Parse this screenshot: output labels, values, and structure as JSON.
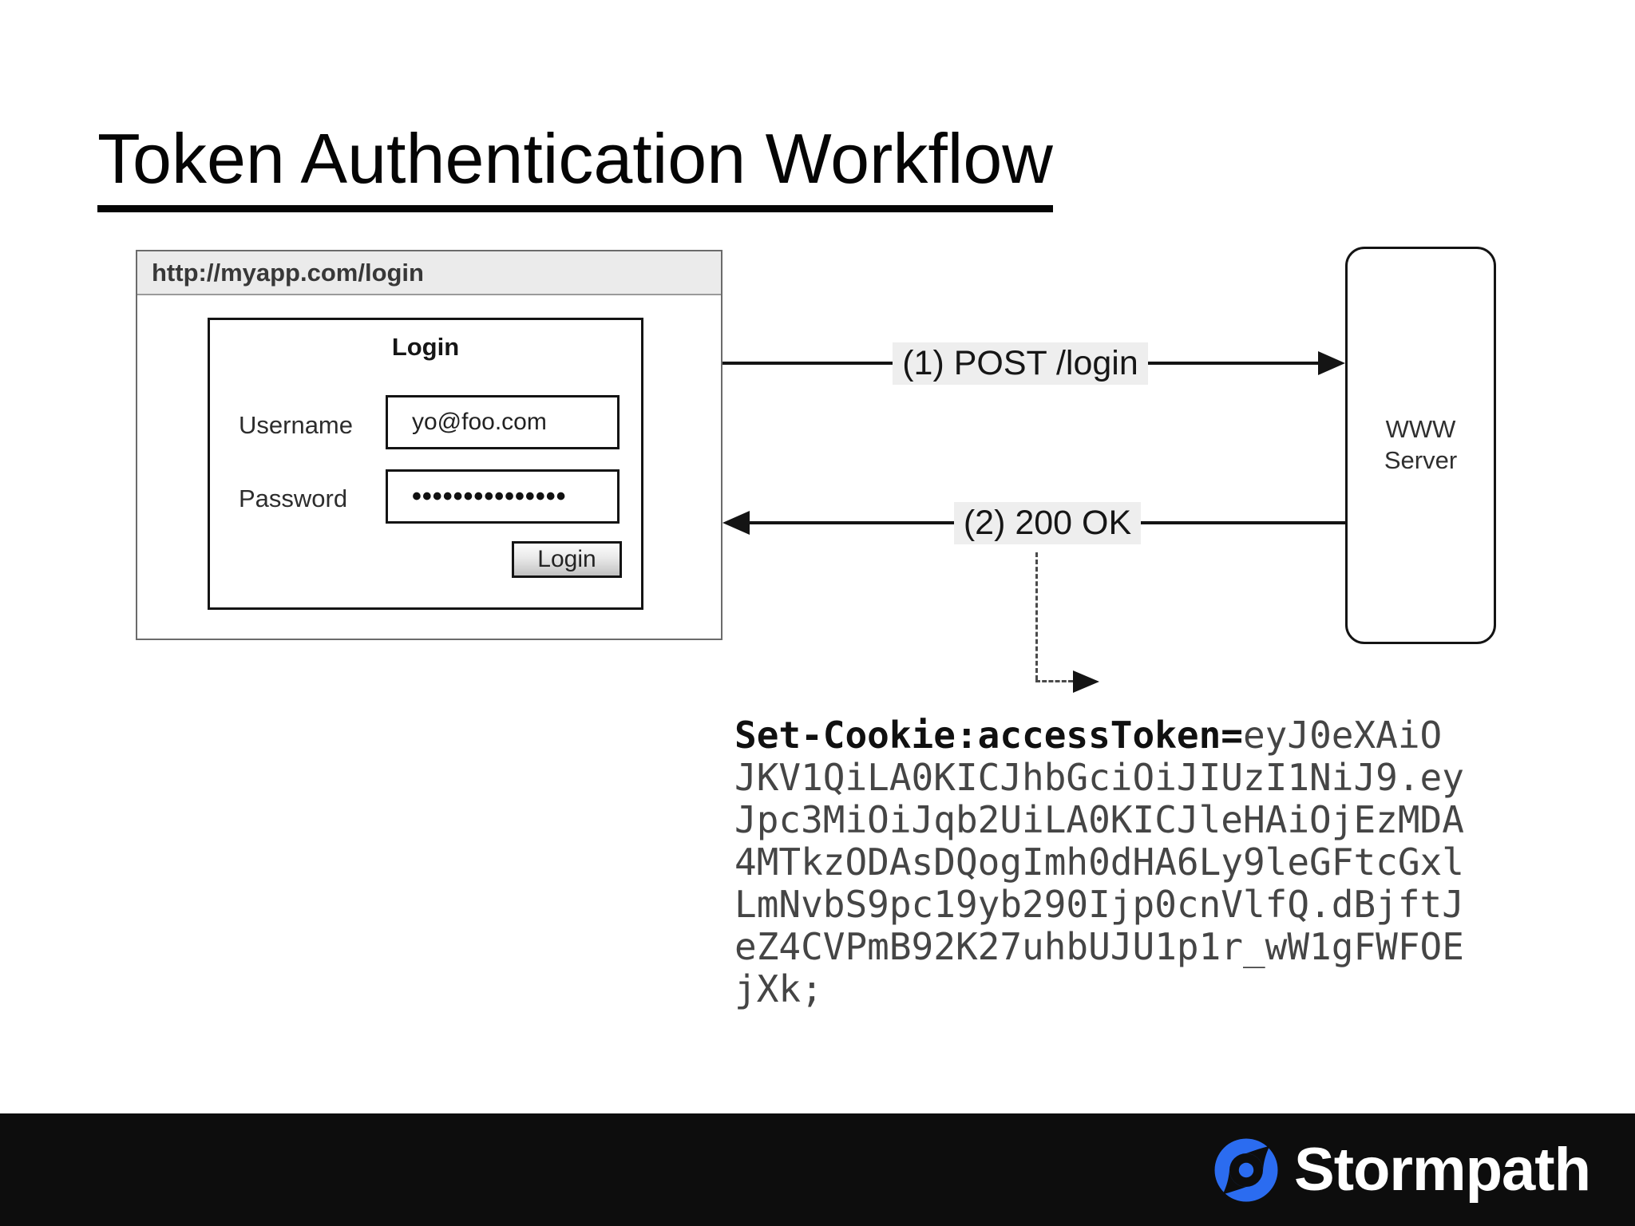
{
  "title": "Token Authentication Workflow",
  "browser": {
    "url": "http://myapp.com/login",
    "form": {
      "heading": "Login",
      "username_label": "Username",
      "username_value": "yo@foo.com",
      "password_label": "Password",
      "password_value": "•••••••••••••••",
      "submit_label": "Login"
    }
  },
  "server": {
    "label_line1": "WWW",
    "label_line2": "Server"
  },
  "arrows": {
    "request_label": "(1) POST /login",
    "response_label": "(2) 200 OK"
  },
  "cookie": {
    "prefix_bold": "Set-Cookie:accessToken=",
    "line1_rest": "eyJ0eXAiO",
    "lines": [
      "JKV1QiLA0KICJhbGciOiJIUzI1NiJ9.ey",
      "Jpc3MiOiJqb2UiLA0KICJleHAiOjEzMDA",
      "4MTkzODAsDQogImh0dHA6Ly9leGFtcGxl",
      "LmNvbS9pc19yb290Ijp0cnVlfQ.dBjftJ",
      "eZ4CVPmB92K27uhbUJU1p1r_wW1gFWFOE",
      "jXk;"
    ]
  },
  "footer": {
    "brand": "Stormpath"
  },
  "colors": {
    "brand_blue": "#2b6cf0",
    "footer_bg": "#0d0d0d",
    "diagram_ink": "#141414"
  }
}
